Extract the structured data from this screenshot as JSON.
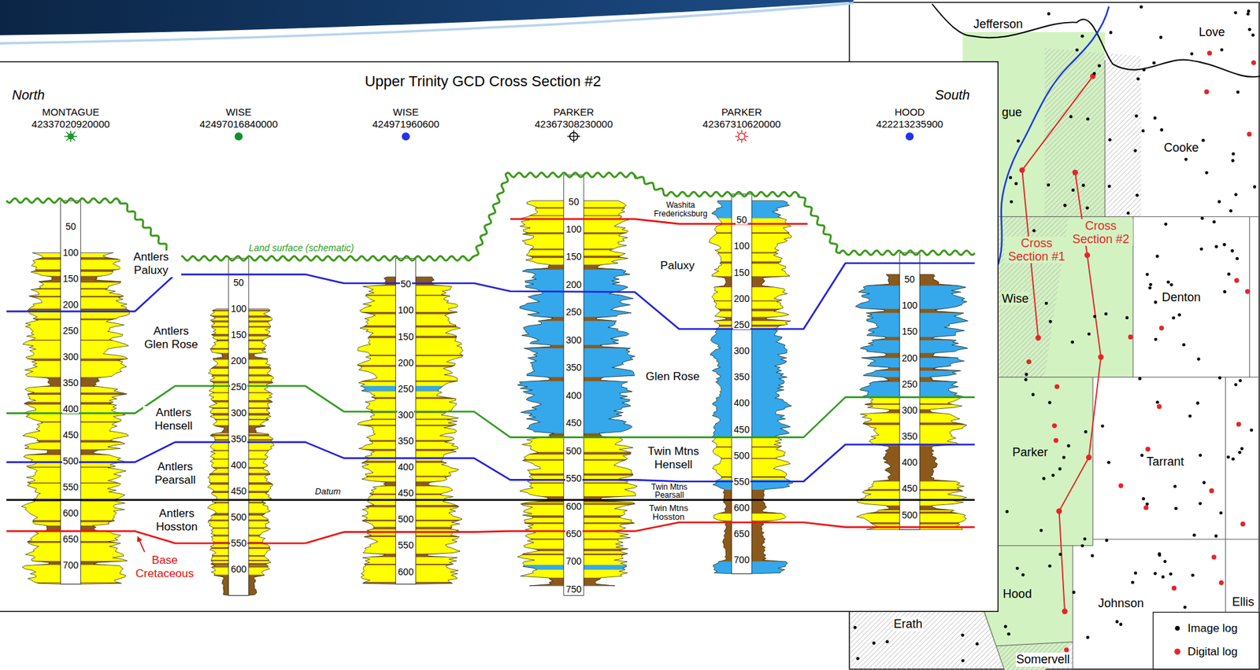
{
  "diagram": {
    "title": "Upper Trinity GCD Cross Section #2",
    "labels": [
      "North",
      "South",
      "MONTAGUE",
      "42337020920000",
      "WISE",
      "42497016840000",
      "WISE",
      "424971960600",
      "PARKER",
      "42367308230000",
      "PARKER",
      "42367310620000",
      "HOOD",
      "422213235900",
      "Antlers Paluxy",
      "Antlers Glen Rose",
      "Antlers Hensell",
      "Antlers Pearsall",
      "Antlers Hosston",
      "Base Cretaceous",
      "Land surface (schematic)",
      "Datum",
      "Washita Fredericksburg",
      "Paluxy",
      "Glen Rose",
      "Twin Mtns Hensell",
      "Twin Mtns Pearsall",
      "Twin Mtns Hosston",
      "Jefferson",
      "Love",
      "gue",
      "Cooke",
      "Cross Section #1",
      "Cross Section #2",
      "Wise",
      "Denton",
      "Parker",
      "Tarrant",
      "Hood",
      "Johnson",
      "Ellis",
      "Erath",
      "Somervell",
      "50",
      "100",
      "150",
      "200",
      "250",
      "300",
      "350",
      "400",
      "450",
      "500",
      "550",
      "600",
      "650",
      "700",
      "50",
      "100",
      "150",
      "200",
      "250",
      "300",
      "350",
      "400",
      "450",
      "500",
      "550",
      "600",
      "50",
      "100",
      "150",
      "200",
      "250",
      "300",
      "350",
      "400",
      "450",
      "500",
      "550",
      "600",
      "50",
      "100",
      "150",
      "200",
      "250",
      "300",
      "350",
      "400",
      "450",
      "500",
      "550",
      "600",
      "650",
      "700",
      "750",
      "50",
      "100",
      "150",
      "200",
      "250",
      "300",
      "350",
      "400",
      "450",
      "500",
      "550",
      "600",
      "650",
      "700",
      "50",
      "100",
      "150",
      "200",
      "250",
      "300",
      "350",
      "400",
      "450",
      "500"
    ],
    "legend": [
      {
        "text": "Image log",
        "color": "#000000"
      },
      {
        "text": "Digital log",
        "color": "#e3262b"
      }
    ]
  }
}
